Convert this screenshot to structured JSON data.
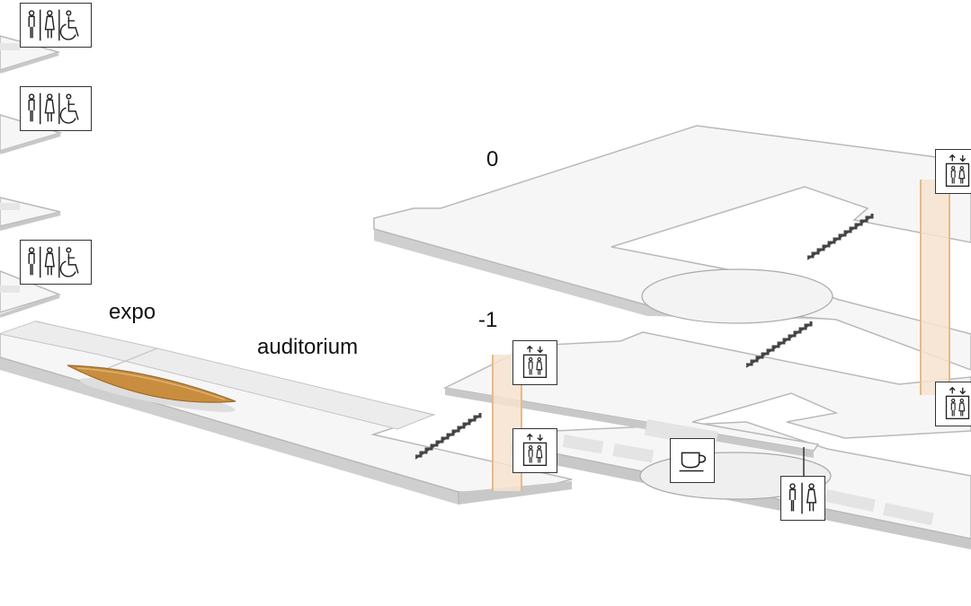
{
  "map": {
    "levels": [
      {
        "id": "level-0",
        "label": "0"
      },
      {
        "id": "level-minus-1",
        "label": "-1"
      }
    ],
    "areas": [
      {
        "id": "expo",
        "label": "expo"
      },
      {
        "id": "auditorium",
        "label": "auditorium"
      }
    ],
    "icons": [
      {
        "name": "restroom-accessible-icon",
        "count": 3
      },
      {
        "name": "elevator-icon",
        "count": 4
      },
      {
        "name": "cafe-icon",
        "count": 1
      },
      {
        "name": "restroom-icon",
        "count": 1
      }
    ]
  },
  "colors": {
    "floor": "#f6f6f6",
    "floor_edge": "#b9b9b9",
    "shaft": "#f7e3cf",
    "shaft_edge": "#e8b988",
    "canoe": "#c98d3f",
    "stairs": "#444444",
    "sign_border": "#333333"
  }
}
